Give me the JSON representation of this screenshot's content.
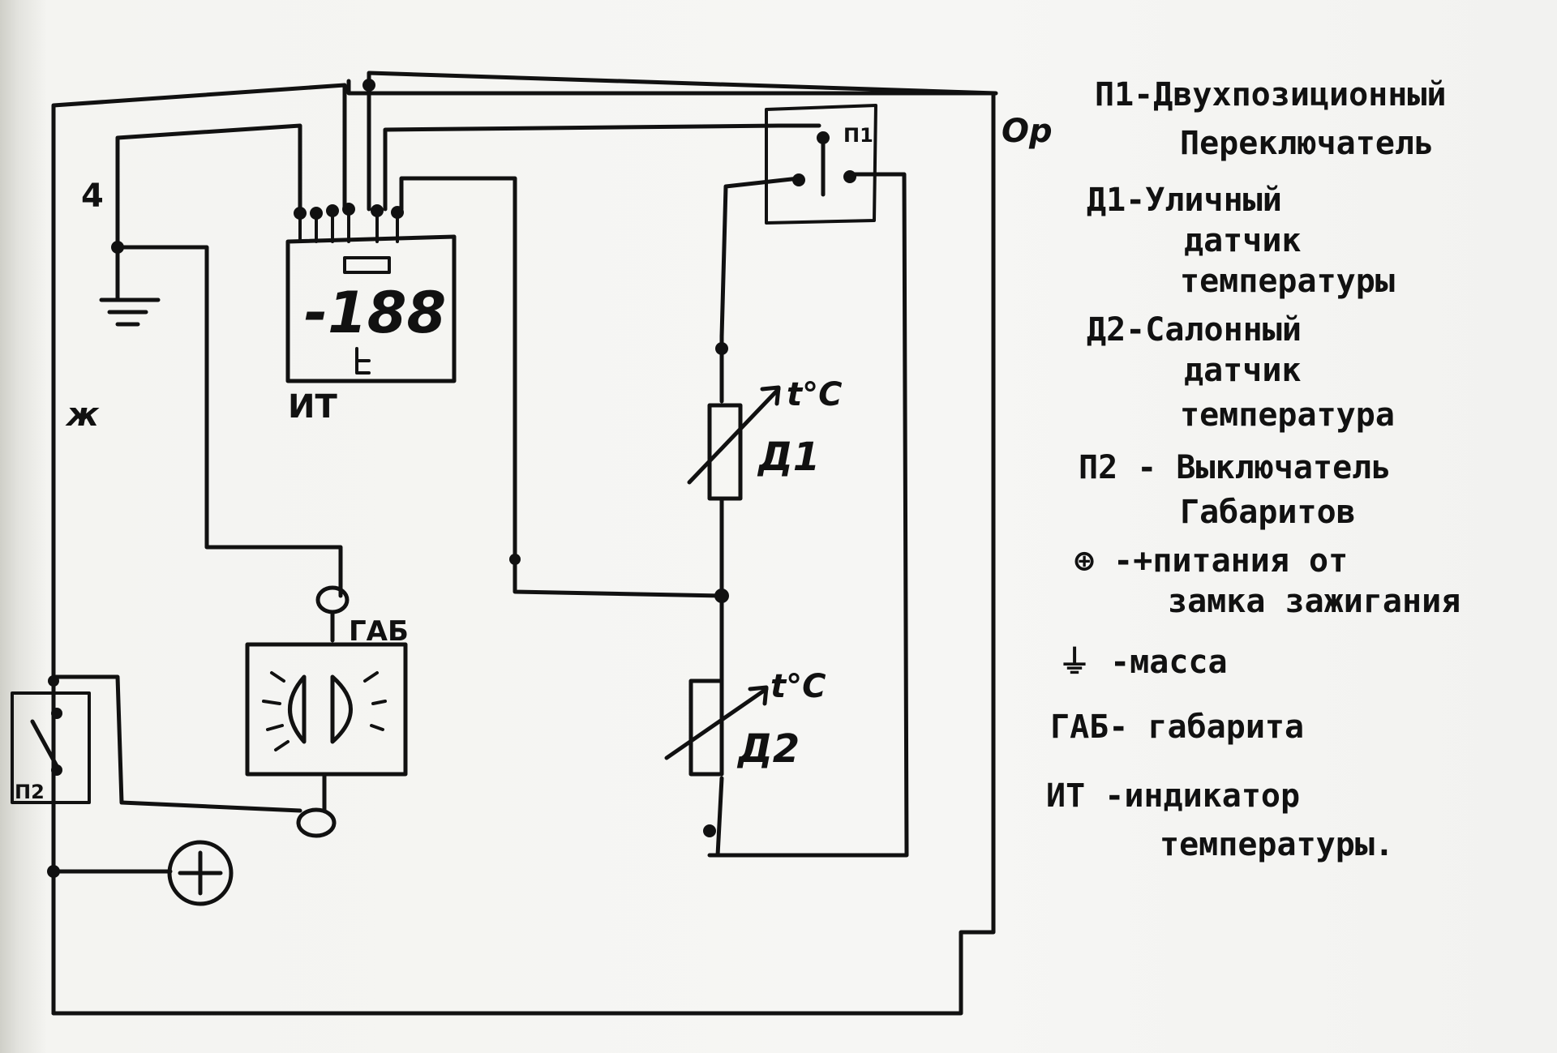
{
  "diagram": {
    "labels": {
      "terminal_4": "4",
      "terminal_zh": "ж",
      "terminal_or": "Ор",
      "it_block": "ИТ",
      "it_display": "-188",
      "p1_block": "П1",
      "p2_block": "П2",
      "gab": "ГАБ",
      "d1": "Д1",
      "d2": "Д2",
      "d1_temp": "t°C",
      "d2_temp": "t°C",
      "plus_symbol": "+"
    }
  },
  "legend": [
    {
      "key": "П1",
      "lines": [
        "П1-Двухпозиционный",
        "Переключатель"
      ]
    },
    {
      "key": "Д1",
      "lines": [
        "Д1-Уличный",
        "датчик",
        "температуры"
      ]
    },
    {
      "key": "Д2",
      "lines": [
        "Д2-Салонный",
        "датчик",
        "температура"
      ]
    },
    {
      "key": "П2",
      "lines": [
        "П2 - Выключатель",
        "Габаритов"
      ]
    },
    {
      "key": "+",
      "lines": [
        "⊕ -+питания от",
        "замка зажигания"
      ]
    },
    {
      "key": "масса",
      "lines": [
        "⏚ -масса"
      ]
    },
    {
      "key": "ГАБ",
      "lines": [
        "ГАБ- габарита"
      ]
    },
    {
      "key": "ИТ",
      "lines": [
        "ИТ -индикатор",
        "температуры."
      ]
    }
  ]
}
